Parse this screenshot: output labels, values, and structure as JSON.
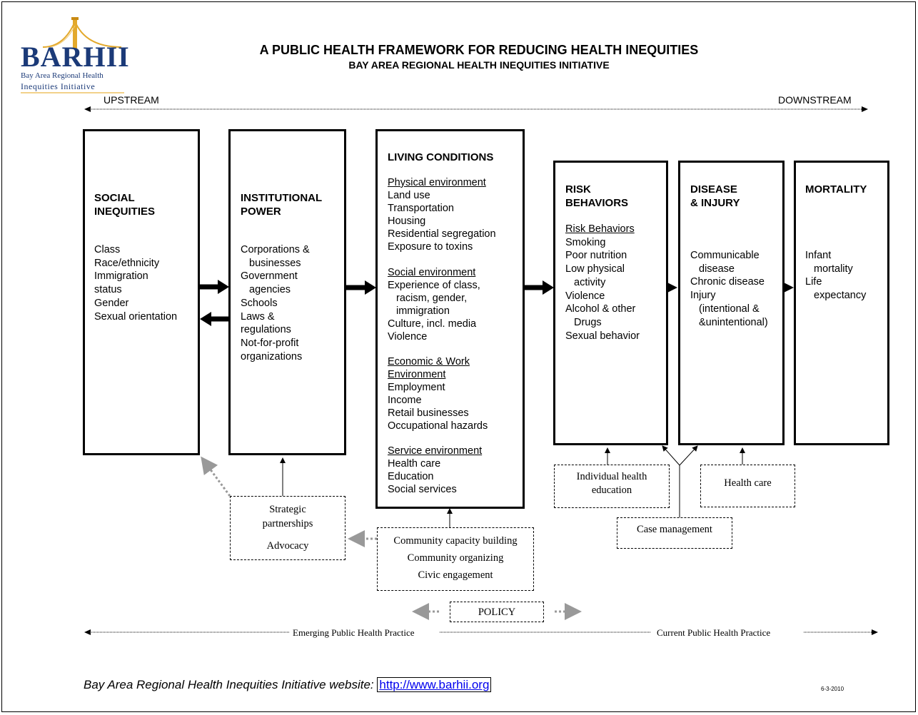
{
  "header": {
    "title": "A PUBLIC HEALTH FRAMEWORK FOR REDUCING HEALTH INEQUITIES",
    "subtitle": "BAY AREA REGIONAL HEALTH INEQUITIES INITIATIVE"
  },
  "logo": {
    "mark": "BARHII",
    "line1": "Bay Area Regional Health",
    "line2": "Inequities Initiative"
  },
  "stream": {
    "upstream": "UPSTREAM",
    "downstream": "DOWNSTREAM"
  },
  "boxes": {
    "social": {
      "title1": "SOCIAL",
      "title2": "INEQUITIES",
      "items": [
        "Class",
        "Race/ethnicity",
        "Immigration",
        "status",
        "Gender",
        "Sexual orientation"
      ]
    },
    "institutional": {
      "title1": "INSTITUTIONAL",
      "title2": "POWER",
      "items": [
        "Corporations &",
        "businesses",
        "Government",
        "agencies",
        "Schools",
        "Laws &",
        "regulations",
        "Not-for-profit",
        "organizations"
      ]
    },
    "living": {
      "title": "LIVING CONDITIONS",
      "sections": [
        {
          "heading": "Physical environment",
          "items": [
            "Land use",
            "Transportation",
            "Housing",
            "Residential segregation",
            "Exposure to toxins"
          ]
        },
        {
          "heading": "Social environment",
          "items": [
            "Experience of class,",
            "racism, gender,",
            "immigration",
            "Culture, incl. media",
            "Violence"
          ]
        },
        {
          "heading": "Economic & Work",
          "heading2": "Environment",
          "items": [
            "Employment",
            "Income",
            "Retail businesses",
            "Occupational hazards"
          ]
        },
        {
          "heading": "Service environment",
          "items": [
            "Health care",
            "Education",
            "Social services"
          ]
        }
      ]
    },
    "risk": {
      "title1": "RISK",
      "title2": "BEHAVIORS",
      "subheading": "Risk Behaviors",
      "items": [
        "Smoking",
        "Poor nutrition",
        "Low physical",
        "activity",
        "Violence",
        "Alcohol & other",
        "Drugs",
        "Sexual behavior"
      ]
    },
    "disease": {
      "title1": "DISEASE",
      "title2": "& INJURY",
      "items": [
        "Communicable",
        "disease",
        "Chronic disease",
        "Injury",
        "(intentional &",
        "&unintentional)"
      ]
    },
    "mortality": {
      "title": "MORTALITY",
      "items": [
        "Infant",
        "mortality",
        "Life",
        "expectancy"
      ]
    }
  },
  "interventions": {
    "partnerships": [
      "Strategic",
      "partnerships",
      "Advocacy"
    ],
    "community": [
      "Community capacity building",
      "Community organizing",
      "Civic engagement"
    ],
    "education": [
      "Individual health",
      "education"
    ],
    "healthcare": "Health care",
    "case": "Case management",
    "policy": "POLICY"
  },
  "practice": {
    "emerging": "Emerging Public Health Practice",
    "current": "Current Public Health Practice"
  },
  "footer": {
    "text": "Bay Area Regional Health Inequities Initiative website:",
    "link": "http://www.barhii.org",
    "date": "6-3-2010"
  }
}
